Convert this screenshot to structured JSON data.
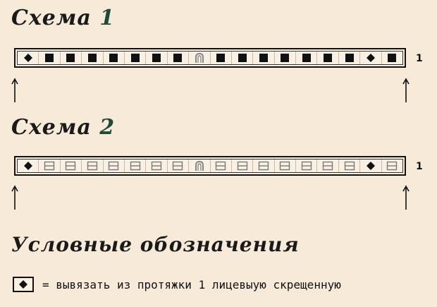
{
  "schemes": [
    {
      "title_text": "Схема",
      "title_num": "1",
      "row_number": "1",
      "cells": [
        "diamond",
        "square",
        "square",
        "square",
        "square",
        "square",
        "square",
        "square",
        "arch",
        "square",
        "square",
        "square",
        "square",
        "square",
        "square",
        "square",
        "diamond",
        "square"
      ]
    },
    {
      "title_text": "Схема",
      "title_num": "2",
      "row_number": "1",
      "cells": [
        "diamond",
        "hbar",
        "hbar",
        "hbar",
        "hbar",
        "hbar",
        "hbar",
        "hbar",
        "arch",
        "hbar",
        "hbar",
        "hbar",
        "hbar",
        "hbar",
        "hbar",
        "hbar",
        "diamond",
        "hbar"
      ]
    }
  ],
  "legend": {
    "title": "Условные обозначения",
    "items": [
      {
        "symbol": "diamond",
        "text": "= вывязать из протяжки 1 лицевыую скрещенную"
      }
    ]
  },
  "icons": {
    "diamond": "diamond-icon",
    "square": "filled-square-icon",
    "hbar": "horizontal-bars-icon",
    "arch": "arch-icon",
    "arrow": "up-arrow-icon"
  },
  "colors": {
    "background": "#f7ead8",
    "ink": "#111111",
    "hbar_ink": "#7a7a7a",
    "arch_ink": "#888888"
  }
}
